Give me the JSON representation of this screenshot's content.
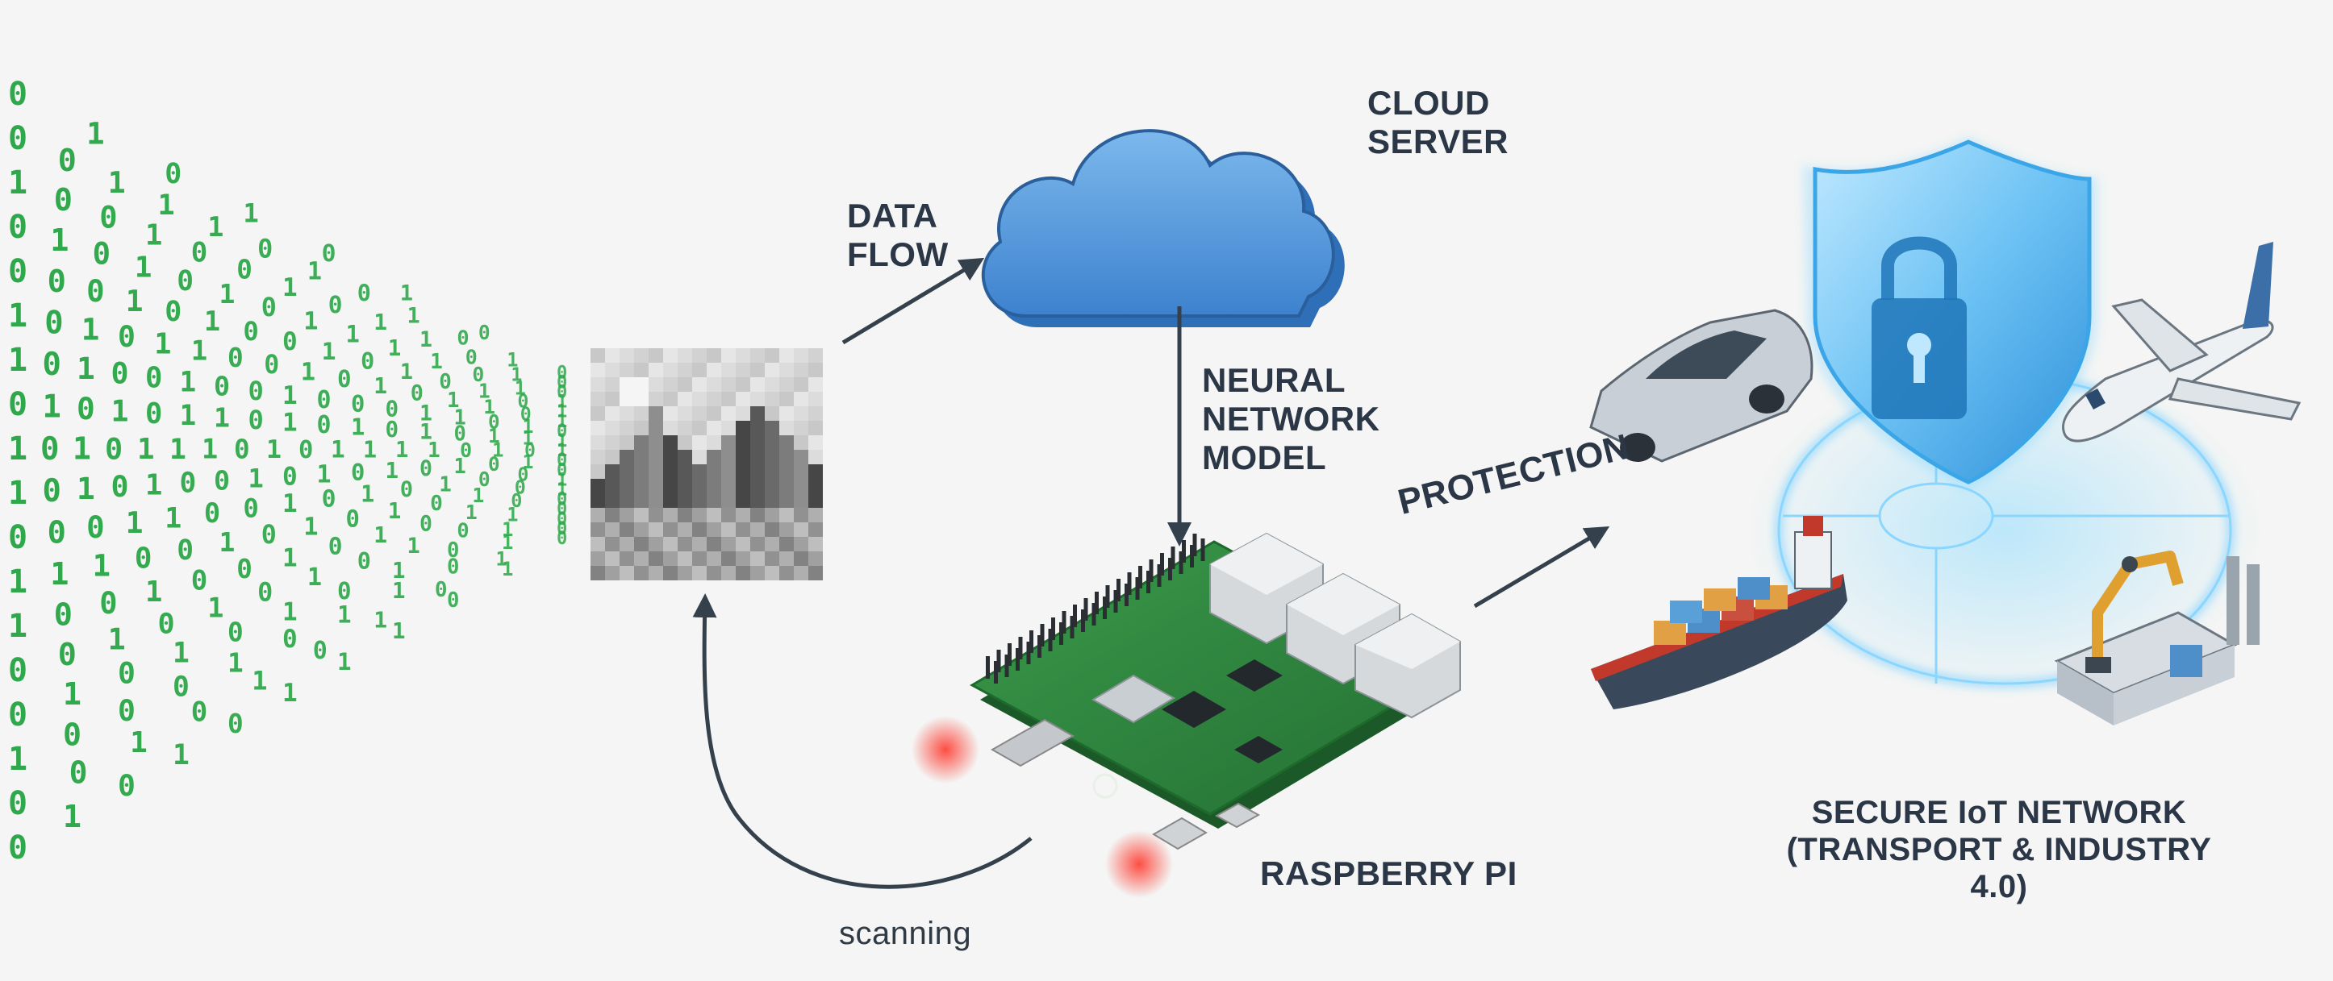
{
  "labels": {
    "cloud_server": [
      "CLOUD",
      "SERVER"
    ],
    "data_flow": [
      "DATA",
      "FLOW"
    ],
    "neural_network_model": [
      "NEURAL",
      "NETWORK",
      "MODEL"
    ],
    "protection": "PROTECTION",
    "raspberry_pi": "RASPBERRY PI",
    "secure_iot_network": [
      "SECURE IoT NETWORK",
      "(TRANSPORT & INDUSTRY 4.0)"
    ],
    "scanning": "scanning"
  },
  "binary_rows": [
    "01010100",
    "001110101010",
    "1001001011010",
    "01010101111011",
    "000101001010101",
    "1010110010101101",
    "10100100100011010",
    "01010110101010111",
    "101011101011110101",
    "10101001010101010",
    "000110010101000",
    "11100101010101",
    "1001001010101",
    "001010101010",
    "01010101010",
    "10001011010",
    "0010101010",
    "01010111010"
  ],
  "colors": {
    "background": "#f4f5f4",
    "binary_green": "#2ea84a",
    "label_text": "#2b3746",
    "arrow": "#34404c",
    "cloud_blue": "#4b90d6",
    "pcb_green": "#2f8a3f",
    "network_glow": "#59c4ff",
    "status_led_red": "#ff3b30"
  },
  "icons": [
    "binary-stream",
    "pixelated-landscape-image",
    "cloud-icon",
    "raspberry-pi-board",
    "shield-lock-icon",
    "car-icon",
    "airplane-icon",
    "cargo-ship-icon",
    "factory-robot-arm-icon"
  ]
}
